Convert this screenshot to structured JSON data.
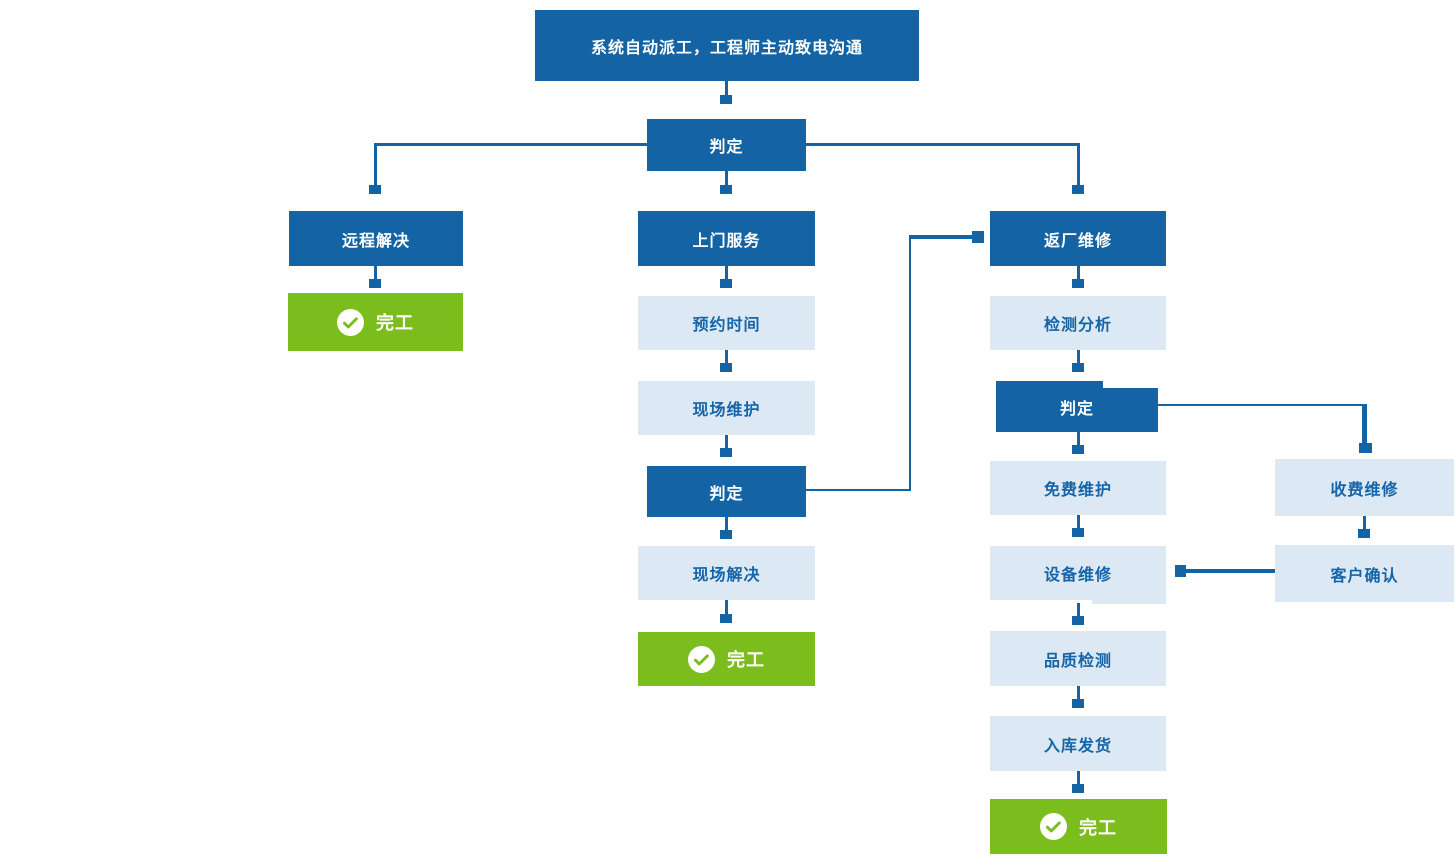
{
  "flow": {
    "dispatch": "系统自动派工，工程师主动致电沟通",
    "judge1": "判定",
    "remote": "远程解决",
    "remote_done": "完工",
    "onsite": "上门服务",
    "appointment": "预约时间",
    "maintenance": "现场维护",
    "judge2": "判定",
    "onsite_solve": "现场解决",
    "onsite_done": "完工",
    "factory": "返厂维修",
    "analysis": "检测分析",
    "judge3": "判定",
    "free_repair": "免费维护",
    "equipment_repair": "设备维修",
    "quality_check": "品质检测",
    "shipping": "入库发货",
    "factory_done": "完工",
    "paid_repair": "收费维修",
    "customer_confirm": "客户确认"
  },
  "icons": {
    "complete_check": "check-circle"
  },
  "colors": {
    "primary_blue": "#1464A5",
    "light_blue": "#DCE9F5",
    "light_text_blue": "#1565A8",
    "success_green": "#7CBD1E",
    "white": "#FFFFFF"
  }
}
